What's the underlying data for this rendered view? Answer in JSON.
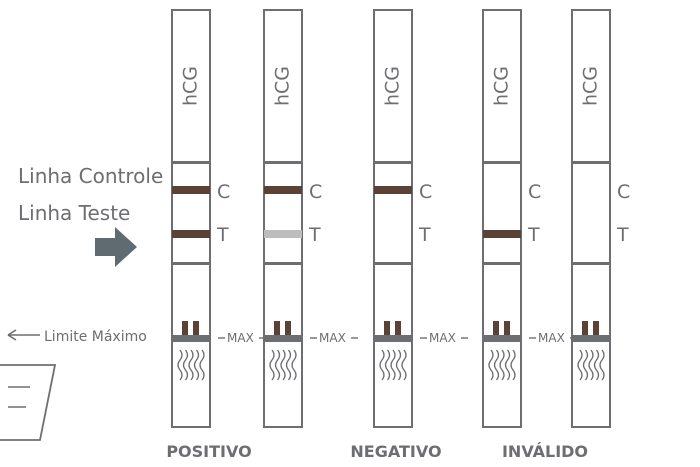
{
  "labels": {
    "control_line": "Linha Controle",
    "test_line": "Linha Teste",
    "max_limit": "Limite Máximo"
  },
  "colors": {
    "outline": "#6d6e71",
    "band_strong": "#5a4237",
    "band_faint": "#bdbdbd",
    "absorbent_bar": "#6d6e71",
    "arrow": "#5f6b70"
  },
  "strips": [
    {
      "hormone": "hCG",
      "c_label": "C",
      "t_label": "T",
      "max_label": "MAX",
      "control_band": "strong",
      "test_band": "strong"
    },
    {
      "hormone": "hCG",
      "c_label": "C",
      "t_label": "T",
      "max_label": "MAX",
      "control_band": "strong",
      "test_band": "faint"
    },
    {
      "hormone": "hCG",
      "c_label": "C",
      "t_label": "T",
      "max_label": "MAX",
      "control_band": "strong",
      "test_band": "none"
    },
    {
      "hormone": "hCG",
      "c_label": "C",
      "t_label": "T",
      "max_label": "MAX",
      "control_band": "none",
      "test_band": "strong"
    },
    {
      "hormone": "hCG",
      "c_label": "C",
      "t_label": "T",
      "max_label": "",
      "control_band": "none",
      "test_band": "none"
    }
  ],
  "results": [
    {
      "label": "POSITIVO"
    },
    {
      "label": "NEGATIVO"
    },
    {
      "label": "INVÁLIDO"
    }
  ]
}
